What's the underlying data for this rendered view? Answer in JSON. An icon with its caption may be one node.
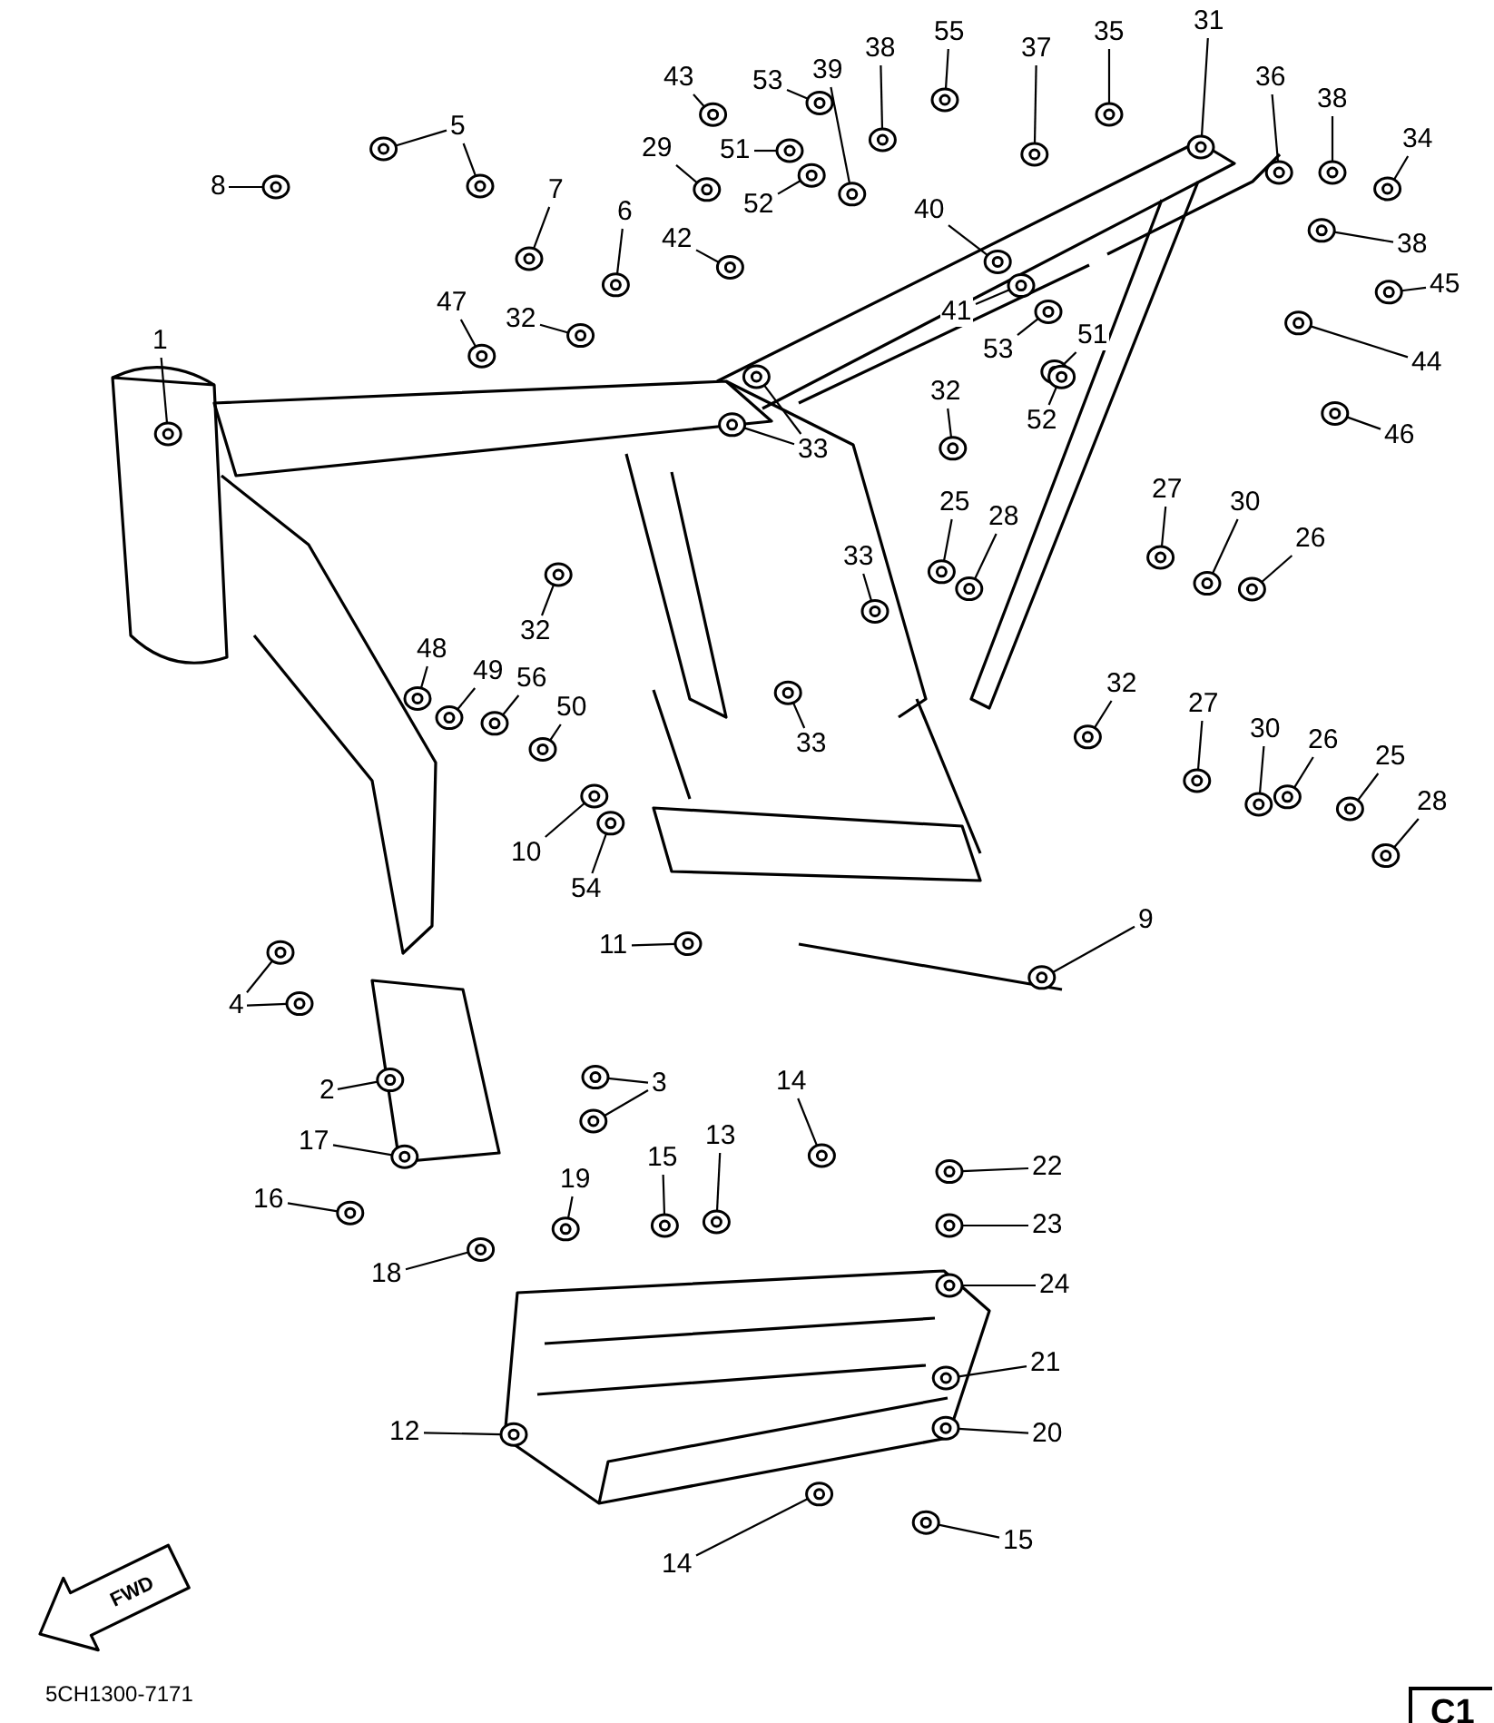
{
  "diagram": {
    "nodes": [
      {
        "text": [
          "1"
        ]
      },
      {
        "text": [
          "5"
        ]
      },
      {
        "text": [
          "8"
        ]
      },
      {
        "text": [
          "7"
        ]
      },
      {
        "text": [
          "6"
        ]
      },
      {
        "text": [
          "47"
        ]
      },
      {
        "text": [
          "32"
        ]
      },
      {
        "text": [
          "43"
        ]
      },
      {
        "text": [
          "29"
        ]
      },
      {
        "text": [
          "42"
        ]
      },
      {
        "text": [
          "53"
        ]
      },
      {
        "text": [
          "51"
        ]
      },
      {
        "text": [
          "52"
        ]
      },
      {
        "text": [
          "39"
        ]
      },
      {
        "text": [
          "38"
        ]
      },
      {
        "text": [
          "55"
        ]
      },
      {
        "text": [
          "37"
        ]
      },
      {
        "text": [
          "35"
        ]
      },
      {
        "text": [
          "31"
        ]
      },
      {
        "text": [
          "36"
        ]
      },
      {
        "text": [
          "38"
        ]
      },
      {
        "text": [
          "34"
        ]
      },
      {
        "text": [
          "38"
        ]
      },
      {
        "text": [
          "40"
        ]
      },
      {
        "text": [
          "41"
        ]
      },
      {
        "text": [
          "45"
        ]
      },
      {
        "text": [
          "44"
        ]
      },
      {
        "text": [
          "46"
        ]
      },
      {
        "text": [
          "53"
        ]
      },
      {
        "text": [
          "51"
        ]
      },
      {
        "text": [
          "52"
        ]
      },
      {
        "text": [
          "32"
        ]
      },
      {
        "text": [
          "33"
        ]
      },
      {
        "text": [
          "32"
        ]
      },
      {
        "text": [
          "25"
        ]
      },
      {
        "text": [
          "28"
        ]
      },
      {
        "text": [
          "33"
        ]
      },
      {
        "text": [
          "27"
        ]
      },
      {
        "text": [
          "30"
        ]
      },
      {
        "text": [
          "26"
        ]
      },
      {
        "text": [
          "48"
        ]
      },
      {
        "text": [
          "49"
        ]
      },
      {
        "text": [
          "56"
        ]
      },
      {
        "text": [
          "50"
        ]
      },
      {
        "text": [
          "32"
        ]
      },
      {
        "text": [
          "33"
        ]
      },
      {
        "text": [
          "27"
        ]
      },
      {
        "text": [
          "30"
        ]
      },
      {
        "text": [
          "26"
        ]
      },
      {
        "text": [
          "25"
        ]
      },
      {
        "text": [
          "28"
        ]
      },
      {
        "text": [
          "10"
        ]
      },
      {
        "text": [
          "54"
        ]
      },
      {
        "text": [
          "11"
        ]
      },
      {
        "text": [
          "9"
        ]
      },
      {
        "text": [
          "4"
        ]
      },
      {
        "text": [
          "2"
        ]
      },
      {
        "text": [
          "3"
        ]
      },
      {
        "text": [
          "14"
        ]
      },
      {
        "text": [
          "13"
        ]
      },
      {
        "text": [
          "17"
        ]
      },
      {
        "text": [
          "15"
        ]
      },
      {
        "text": [
          "22"
        ]
      },
      {
        "text": [
          "19"
        ]
      },
      {
        "text": [
          "16"
        ]
      },
      {
        "text": [
          "23"
        ]
      },
      {
        "text": [
          "18"
        ]
      },
      {
        "text": [
          "24"
        ]
      },
      {
        "text": [
          "21"
        ]
      },
      {
        "text": [
          "12"
        ]
      },
      {
        "text": [
          "20"
        ]
      },
      {
        "text": [
          "15"
        ]
      },
      {
        "text": [
          "14"
        ]
      },
      {
        "text": [],
        "shape": "picture"
      },
      {
        "text": [],
        "shape": "picture"
      },
      {
        "text": [],
        "shape": "picture"
      },
      {
        "text": [],
        "shape": "picture"
      },
      {
        "text": [],
        "shape": "picture"
      },
      {
        "text": [],
        "shape": "picture"
      },
      {
        "text": [],
        "shape": "picture"
      },
      {
        "text": [],
        "shape": "picture"
      },
      {
        "text": [],
        "shape": "picture"
      },
      {
        "text": [],
        "shape": "picture"
      },
      {
        "text": [],
        "shape": "picture"
      },
      {
        "text": [],
        "shape": "picture"
      },
      {
        "text": [],
        "shape": "picture"
      },
      {
        "text": [],
        "shape": "picture"
      },
      {
        "text": [],
        "shape": "picture"
      },
      {
        "text": [],
        "shape": "picture"
      },
      {
        "text": [],
        "shape": "picture"
      },
      {
        "text": [],
        "shape": "picture"
      },
      {
        "text": [],
        "shape": "picture"
      },
      {
        "text": [],
        "shape": "picture"
      },
      {
        "text": [],
        "shape": "picture"
      },
      {
        "text": [],
        "shape": "picture"
      },
      {
        "text": [],
        "shape": "picture"
      },
      {
        "text": [],
        "shape": "picture"
      },
      {
        "text": [],
        "shape": "picture"
      },
      {
        "text": [],
        "shape": "picture"
      },
      {
        "text": [],
        "shape": "picture"
      },
      {
        "text": [],
        "shape": "picture"
      },
      {
        "text": [],
        "shape": "picture"
      },
      {
        "text": [],
        "shape": "picture"
      },
      {
        "text": [],
        "shape": "picture"
      },
      {
        "text": [],
        "shape": "picture"
      },
      {
        "text": [],
        "shape": "picture"
      },
      {
        "text": [],
        "shape": "picture"
      },
      {
        "text": [],
        "shape": "picture"
      },
      {
        "text": [],
        "shape": "picture"
      },
      {
        "text": [],
        "shape": "picture"
      },
      {
        "text": [],
        "shape": "picture"
      },
      {
        "text": [],
        "shape": "picture"
      },
      {
        "text": [],
        "shape": "picture"
      },
      {
        "text": [],
        "shape": "picture"
      },
      {
        "text": [],
        "shape": "picture"
      },
      {
        "text": [],
        "shape": "picture"
      },
      {
        "text": [],
        "shape": "picture"
      },
      {
        "text": [],
        "shape": "picture"
      },
      {
        "text": [],
        "shape": "picture"
      },
      {
        "text": [],
        "shape": "picture"
      },
      {
        "text": [],
        "shape": "picture"
      },
      {
        "text": [],
        "shape": "picture"
      },
      {
        "text": [],
        "shape": "picture"
      },
      {
        "text": [],
        "shape": "picture"
      },
      {
        "text": [],
        "shape": "picture"
      },
      {
        "text": [],
        "shape": "picture"
      },
      {
        "text": [],
        "shape": "picture"
      },
      {
        "text": [],
        "shape": "picture"
      },
      {
        "text": [],
        "shape": "picture"
      },
      {
        "text": [],
        "shape": "picture"
      },
      {
        "text": [],
        "shape": "picture"
      },
      {
        "text": [],
        "shape": "picture"
      },
      {
        "text": [],
        "shape": "picture"
      },
      {
        "text": [],
        "shape": "picture"
      },
      {
        "text": [],
        "shape": "picture"
      },
      {
        "text": [],
        "shape": "picture"
      },
      {
        "text": [],
        "shape": "picture"
      },
      {
        "text": [],
        "shape": "picture"
      },
      {
        "text": [],
        "shape": "picture"
      },
      {
        "text": [],
        "shape": "picture"
      },
      {
        "text": [],
        "shape": "picture"
      },
      {
        "text": [],
        "shape": "picture"
      },
      {
        "text": [],
        "shape": "picture"
      },
      {
        "text": [],
        "shape": "picture"
      },
      {
        "text": [],
        "shape": "picture"
      },
      {
        "text": [],
        "shape": "picture"
      },
      {
        "text": [],
        "shape": "picture"
      },
      {
        "text": [],
        "shape": "picture"
      },
      {
        "text": [],
        "shape": "picture"
      },
      {
        "text": [],
        "shape": "picture"
      }
    ],
    "edges": [
      {
        "from": 0,
        "to": 73,
        "arrow": "none"
      },
      {
        "from": 1,
        "to": 74,
        "arrow": "none"
      },
      {
        "from": 1,
        "to": 75,
        "arrow": "none"
      },
      {
        "from": 2,
        "to": 76,
        "arrow": "none"
      },
      {
        "from": 3,
        "to": 77,
        "arrow": "none"
      },
      {
        "from": 4,
        "to": 78,
        "arrow": "none"
      },
      {
        "from": 5,
        "to": 79,
        "arrow": "none"
      },
      {
        "from": 6,
        "to": 80,
        "arrow": "none"
      },
      {
        "from": 7,
        "to": 81,
        "arrow": "none"
      },
      {
        "from": 8,
        "to": 82,
        "arrow": "none"
      },
      {
        "from": 9,
        "to": 83,
        "arrow": "none"
      },
      {
        "from": 10,
        "to": 84,
        "arrow": "none"
      },
      {
        "from": 11,
        "to": 85,
        "arrow": "none"
      },
      {
        "from": 12,
        "to": 86,
        "arrow": "none"
      },
      {
        "from": 13,
        "to": 87,
        "arrow": "none"
      },
      {
        "from": 14,
        "to": 88,
        "arrow": "none"
      },
      {
        "from": 15,
        "to": 89,
        "arrow": "none"
      },
      {
        "from": 16,
        "to": 90,
        "arrow": "none"
      },
      {
        "from": 17,
        "to": 91,
        "arrow": "none"
      },
      {
        "from": 18,
        "to": 92,
        "arrow": "none"
      },
      {
        "from": 19,
        "to": 93,
        "arrow": "none"
      },
      {
        "from": 20,
        "to": 94,
        "arrow": "none"
      },
      {
        "from": 21,
        "to": 95,
        "arrow": "none"
      },
      {
        "from": 22,
        "to": 96,
        "arrow": "none"
      },
      {
        "from": 23,
        "to": 97,
        "arrow": "none"
      },
      {
        "from": 24,
        "to": 98,
        "arrow": "none"
      },
      {
        "from": 25,
        "to": 99,
        "arrow": "none"
      },
      {
        "from": 26,
        "to": 100,
        "arrow": "none"
      },
      {
        "from": 27,
        "to": 101,
        "arrow": "none"
      },
      {
        "from": 28,
        "to": 102,
        "arrow": "none"
      },
      {
        "from": 29,
        "to": 103,
        "arrow": "none"
      },
      {
        "from": 30,
        "to": 104,
        "arrow": "none"
      },
      {
        "from": 31,
        "to": 105,
        "arrow": "none"
      },
      {
        "from": 32,
        "to": 106,
        "arrow": "none"
      },
      {
        "from": 32,
        "to": 107,
        "arrow": "none"
      },
      {
        "from": 33,
        "to": 108,
        "arrow": "none"
      },
      {
        "from": 34,
        "to": 109,
        "arrow": "none"
      },
      {
        "from": 35,
        "to": 110,
        "arrow": "none"
      },
      {
        "from": 36,
        "to": 111,
        "arrow": "none"
      },
      {
        "from": 37,
        "to": 112,
        "arrow": "none"
      },
      {
        "from": 38,
        "to": 113,
        "arrow": "none"
      },
      {
        "from": 39,
        "to": 114,
        "arrow": "none"
      },
      {
        "from": 40,
        "to": 115,
        "arrow": "none"
      },
      {
        "from": 41,
        "to": 116,
        "arrow": "none"
      },
      {
        "from": 42,
        "to": 117,
        "arrow": "none"
      },
      {
        "from": 43,
        "to": 118,
        "arrow": "none"
      },
      {
        "from": 44,
        "to": 119,
        "arrow": "none"
      },
      {
        "from": 45,
        "to": 120,
        "arrow": "none"
      },
      {
        "from": 46,
        "to": 121,
        "arrow": "none"
      },
      {
        "from": 47,
        "to": 122,
        "arrow": "none"
      },
      {
        "from": 48,
        "to": 123,
        "arrow": "none"
      },
      {
        "from": 49,
        "to": 124,
        "arrow": "none"
      },
      {
        "from": 50,
        "to": 125,
        "arrow": "none"
      },
      {
        "from": 51,
        "to": 126,
        "arrow": "none"
      },
      {
        "from": 52,
        "to": 127,
        "arrow": "none"
      },
      {
        "from": 53,
        "to": 128,
        "arrow": "none"
      },
      {
        "from": 54,
        "to": 129,
        "arrow": "none"
      },
      {
        "from": 55,
        "to": 130,
        "arrow": "none"
      },
      {
        "from": 55,
        "to": 131,
        "arrow": "none"
      },
      {
        "from": 56,
        "to": 132,
        "arrow": "none"
      },
      {
        "from": 57,
        "to": 133,
        "arrow": "none"
      },
      {
        "from": 57,
        "to": 134,
        "arrow": "none"
      },
      {
        "from": 58,
        "to": 135,
        "arrow": "none"
      },
      {
        "from": 59,
        "to": 136,
        "arrow": "none"
      },
      {
        "from": 60,
        "to": 137,
        "arrow": "none"
      },
      {
        "from": 61,
        "to": 138,
        "arrow": "none"
      },
      {
        "from": 62,
        "to": 139,
        "arrow": "none"
      },
      {
        "from": 63,
        "to": 140,
        "arrow": "none"
      },
      {
        "from": 64,
        "to": 141,
        "arrow": "none"
      },
      {
        "from": 65,
        "to": 142,
        "arrow": "none"
      },
      {
        "from": 66,
        "to": 143,
        "arrow": "none"
      },
      {
        "from": 67,
        "to": 144,
        "arrow": "none"
      },
      {
        "from": 68,
        "to": 145,
        "arrow": "none"
      },
      {
        "from": 69,
        "to": 146,
        "arrow": "none"
      },
      {
        "from": 70,
        "to": 147,
        "arrow": "none"
      },
      {
        "from": 71,
        "to": 148,
        "arrow": "none"
      },
      {
        "from": 72,
        "to": 149,
        "arrow": "none"
      }
    ],
    "labels": [
      "FWD",
      "5CH1300-7171",
      "C1"
    ]
  }
}
